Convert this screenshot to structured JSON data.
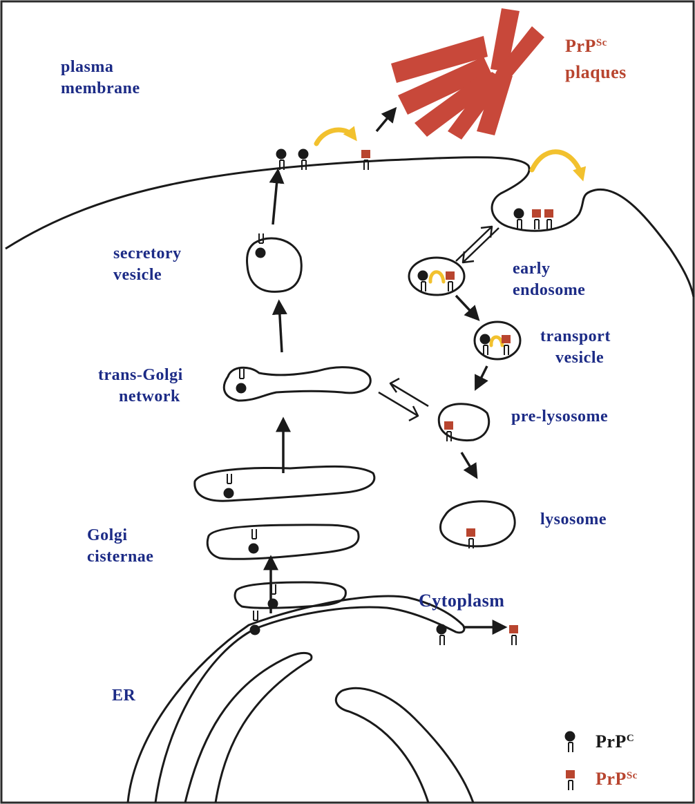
{
  "labels": {
    "plasma_membrane": [
      "plasma",
      "membrane"
    ],
    "plaques": {
      "base": "PrP",
      "sup": "Sc",
      "line2": "plaques"
    },
    "secretory_vesicle": [
      "secretory",
      "vesicle"
    ],
    "early_endosome": [
      "early",
      "endosome"
    ],
    "transport_vesicle": [
      "transport",
      "vesicle"
    ],
    "trans_golgi": [
      "trans-Golgi",
      "network"
    ],
    "pre_lysosome": "pre-lysosome",
    "lysosome": "lysosome",
    "golgi_cisternae": [
      "Golgi",
      "cisternae"
    ],
    "cytoplasm": "Cytoplasm",
    "er": "ER"
  },
  "legend": {
    "prpc": {
      "base": "PrP",
      "sup": "C"
    },
    "prpsc": {
      "base": "PrP",
      "sup": "Sc"
    }
  },
  "colors": {
    "text_blue": "#1c2b86",
    "prpsc_red": "#b8452f",
    "plaque_red": "#c8483a",
    "conversion_yellow": "#f2c12e",
    "ink": "#1a1a1a"
  },
  "icons": {
    "prpc": "anchored-protein-ball",
    "prpsc": "anchored-protein-square",
    "plaque": "fibril-bundle",
    "conversion": "curved-arrow"
  }
}
